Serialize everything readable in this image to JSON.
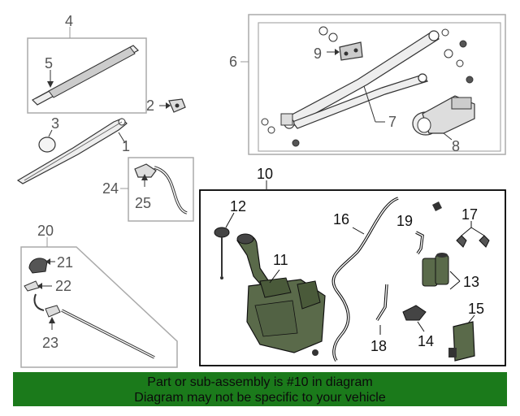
{
  "callouts": {
    "c1": "1",
    "c2": "2",
    "c3": "3",
    "c4": "4",
    "c5": "5",
    "c6": "6",
    "c7": "7",
    "c8": "8",
    "c9": "9",
    "c10": "10",
    "c11": "11",
    "c12": "12",
    "c13": "13",
    "c14": "14",
    "c15": "15",
    "c16": "16",
    "c17": "17",
    "c18": "18",
    "c19": "19",
    "c20": "20",
    "c21": "21",
    "c22": "22",
    "c23": "23",
    "c24": "24",
    "c25": "25"
  },
  "banner": {
    "line1": "Part or sub-assembly is #10 in diagram",
    "line2": "Diagram may not be specific to your vehicle"
  },
  "colors": {
    "banner_bg": "#1b7a1b",
    "highlight_box": "#000000",
    "group_box": "#aaaaaa"
  }
}
